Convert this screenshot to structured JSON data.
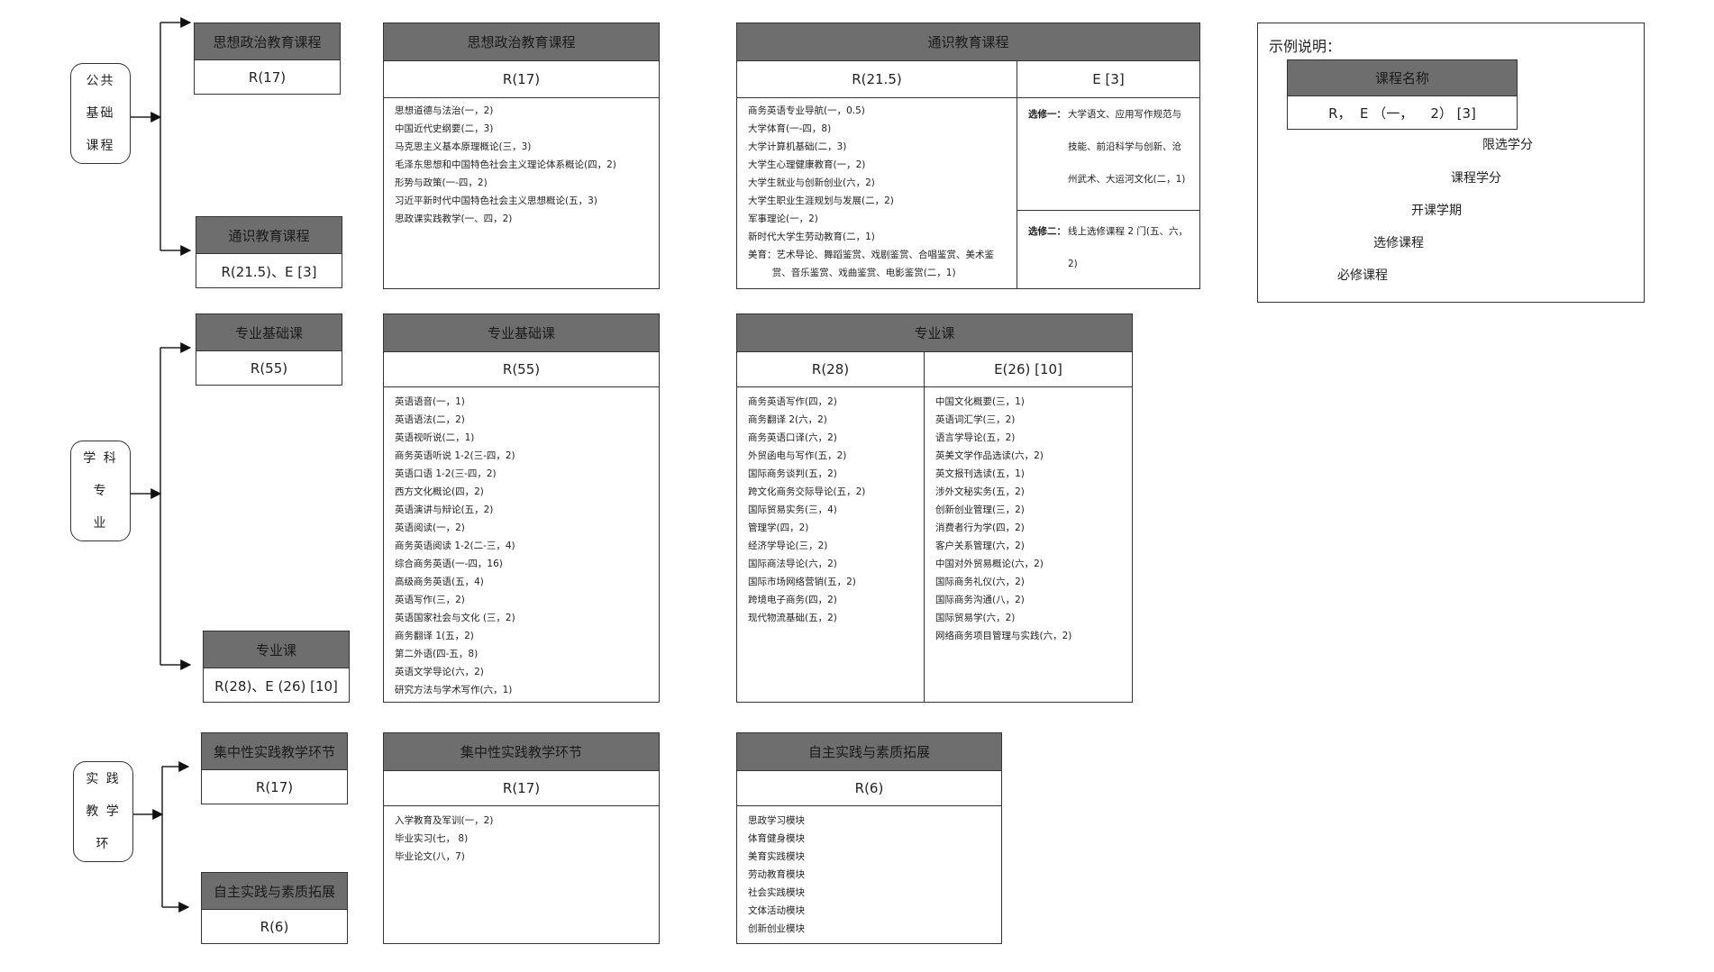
{
  "categories": {
    "public": [
      "公共",
      "基础",
      "课程"
    ],
    "discipline": [
      "学 科",
      "专",
      "业"
    ],
    "practice": [
      "实 践",
      "教 学",
      "环"
    ]
  },
  "small_boxes": {
    "ideology": {
      "title": "思想政治教育课程",
      "value": "R(17)"
    },
    "general": {
      "title": "通识教育课程",
      "value": "R(21.5)、E [3]"
    },
    "major_basic": {
      "title": "专业基础课",
      "value": "R(55)"
    },
    "major": {
      "title": "专业课",
      "value": "R(28)、E (26) [10]"
    },
    "practice": {
      "title": "集中性实践教学环节",
      "value": "R(17)"
    },
    "self_practice": {
      "title": "自主实践与素质拓展",
      "value": "R(6)"
    }
  },
  "ideology_detail": {
    "title": "思想政治教育课程",
    "value": "R(17)",
    "items": [
      "思想道德与法治(一，2)",
      "中国近代史纲要(二，3)",
      "马克思主义基本原理概论(三，3)",
      "毛泽东思想和中国特色社会主义理论体系概论(四，2)",
      "形势与政策(一-四，2)",
      "习近平新时代中国特色社会主义思想概论(五，3)",
      "思政课实践教学(一、四，2)"
    ]
  },
  "general_detail": {
    "title": "通识教育课程",
    "required_header": "R(21.5)",
    "elective_header": "E [3]",
    "required_items": [
      "商务英语专业导航(一，0.5)",
      "大学体育(一-四，8)",
      "大学计算机基础(二，3)",
      "大学生心理健康教育(一，2)",
      "大学生就业与创新创业(六，2)",
      "大学生职业生涯规划与发展(二，2)",
      "军事理论(一，2)",
      "新时代大学生劳动教育(二，1)",
      "美育：艺术导论、舞蹈鉴赏、戏剧鉴赏、合唱鉴赏、美术鉴",
      "        赏、音乐鉴赏、戏曲鉴赏、电影鉴赏(二，1)"
    ],
    "elective1_label": "选修一：",
    "elective1_lines": [
      "大学语文、应用写作规范与",
      "技能、前沿科学与创新、沧",
      "州武术、大运河文化(二，1)"
    ],
    "elective2_label": "选修二：",
    "elective2_lines": [
      "线上选修课程 2 门(五、六，",
      "2)"
    ]
  },
  "major_basic_detail": {
    "title": "专业基础课",
    "value": "R(55)",
    "items": [
      "英语语音(一，1)",
      "英语语法(二，2)",
      "英语视听说(二，1)",
      "商务英语听说 1-2(三-四，2)",
      "英语口语 1-2(三-四，2)",
      "西方文化概论(四，2)",
      "英语演讲与辩论(五，2)",
      "英语阅读(一，2)",
      "商务英语阅读 1-2(二-三，4)",
      "综合商务英语(一-四，16)",
      "高级商务英语(五，4)",
      "英语写作(三，2)",
      "英语国家社会与文化 (三，2)",
      "商务翻译 1(五，2)",
      "第二外语(四-五，8)",
      "英语文学导论(六，2)",
      "研究方法与学术写作(六，1)"
    ]
  },
  "major_detail": {
    "title": "专业课",
    "required_header": "R(28)",
    "elective_header": "E(26) [10]",
    "required_items": [
      "商务英语写作(四，2)",
      "商务翻译 2(六，2)",
      "商务英语口译(六，2)",
      "外贸函电与写作(五，2)",
      "国际商务谈判(五，2)",
      "跨文化商务交际导论(五，2)",
      "国际贸易实务(三，4)",
      "管理学(四，2)",
      "经济学导论(三，2)",
      "国际商法导论(六，2)",
      "国际市场网络营销(五，2)",
      "跨境电子商务(四，2)",
      "现代物流基础(五，2)"
    ],
    "elective_items": [
      "中国文化概要(三，1)",
      "英语词汇学(三，2)",
      "语言学导论(五，2)",
      "英美文学作品选读(六，2)",
      "英文报刊选读(五，1)",
      "涉外文秘实务(五，2)",
      "创新创业管理(三，2)",
      "消费者行为学(四，2)",
      "客户关系管理(六，2)",
      "中国对外贸易概论(六，2)",
      "国际商务礼仪(六，2)",
      "国际商务沟通(八，2)",
      "国际贸易学(六，2)",
      "网络商务项目管理与实践(六，2)"
    ]
  },
  "practice_detail": {
    "title": "集中性实践教学环节",
    "value": "R(17)",
    "items": [
      "入学教育及军训(一，2)",
      "毕业实习(七， 8)",
      "毕业论文(八，7)"
    ]
  },
  "self_detail": {
    "title": "自主实践与素质拓展",
    "value": "R(6)",
    "items": [
      "思政学习模块",
      "体育健身模块",
      "美育实践模块",
      "劳动教育模块",
      "社会实践模块",
      "文体活动模块",
      "创新创业模块"
    ]
  },
  "legend": {
    "title": "示例说明：",
    "box_title": "课程名称",
    "box_value": "R，  E （一，    2） [3]",
    "labels": [
      "限选学分",
      "课程学分",
      "开课学期",
      "选修课程",
      "必修课程"
    ]
  }
}
